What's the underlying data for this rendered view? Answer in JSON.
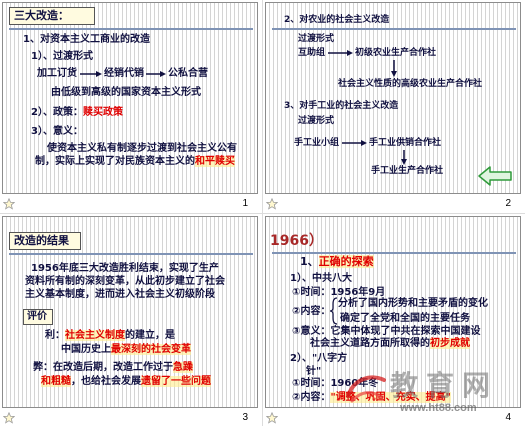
{
  "slides": [
    {
      "number": "1",
      "title": "三大改造：",
      "heading": "1、对资本主义工商业的改造",
      "transition_label": "1）、过渡形式",
      "flow": [
        "加工订货",
        "经销代销",
        "公私合营"
      ],
      "flow_note": "由低级到高级的国家资本主义形式",
      "policy_label": "2）、政策：",
      "policy_value": "赎买政策",
      "significance_label": "3）、意义：",
      "significance_line1": "使资本主义私有制逐步过渡到社会主义公有",
      "significance_line2": "制，实际上实现了对民族资本主义的",
      "significance_highlight": "和平赎买"
    },
    {
      "number": "2",
      "agriculture_heading": "2、对农业的社会主义改造",
      "agriculture_label": "过渡形式",
      "agriculture_flow": [
        "互助组",
        "初级农业生产合作社",
        "社会主义性质的高级农业生产合作社"
      ],
      "handicraft_heading": "3、对手工业的社会主义改造",
      "handicraft_label": "过渡形式",
      "handicraft_flow": [
        "手工业小组",
        "手工业供销合作社",
        "手工业生产合作社"
      ]
    },
    {
      "number": "3",
      "title": "改造的结果",
      "result_lines": [
        "1956年底三大改造胜利结束，实现了生产",
        "资料所有制的深刻变革，从此初步建立了社会",
        "主义基本制度，进而进入社会主义初级阶段"
      ],
      "evaluation_label": "评价",
      "pros": {
        "label": "利：",
        "red1": "社会主义制度",
        "text1": "的建立，是",
        "text2": "中国历史上",
        "red2": "最深刻的社会变革"
      },
      "cons": {
        "label": "弊：",
        "text1": "在改造后期，改造工作过于",
        "red1": "急躁",
        "red2": "和粗糙",
        "text2": "，也给社会发展",
        "red3": "遗留了一些问题"
      }
    },
    {
      "number": "4",
      "title_fragment": "1966）",
      "heading_prefix": "1、",
      "heading_red": "正确的探索",
      "item1": "1）、中共八大",
      "item1_time": "①时间：1956年9月",
      "item1_content_label": "②内容：",
      "item1_content": [
        "分析了国内形势和主要矛盾的变化",
        "确定了全党和全国的主要任务"
      ],
      "item1_significance_line1": "③意义：它集中体现了中共在探索中国建设",
      "item1_significance_line2": "社会主义道路方面所取得的",
      "item1_significance_red": "初步成就",
      "item2_line1": "2）、\"八字方",
      "item2_line2": "针\"",
      "item2_time": "①时间：1960年冬",
      "item2_content_label": "②内容：",
      "item2_content_red": "\"调整、巩固、充实、提高\""
    }
  ],
  "watermark": {
    "brand": "教育网",
    "url": "www.ht88.com"
  },
  "icons": {
    "slide_footer": "star-icon",
    "flow_connector": "right-arrow-icon",
    "flow_down": "down-arrow-icon",
    "navigation": "back-arrow-icon",
    "bracket": "curly-brace-icon",
    "watermark": "watermark-logo-icon"
  },
  "colors": {
    "body_text": "#101040",
    "highlight_red": "#e00000",
    "title_red": "#a82828",
    "rule": "#7f93b5",
    "title_box_fill": "#fffbe0",
    "nav_arrow": "#2f9a3a",
    "stripe": "#d4d4d4"
  }
}
